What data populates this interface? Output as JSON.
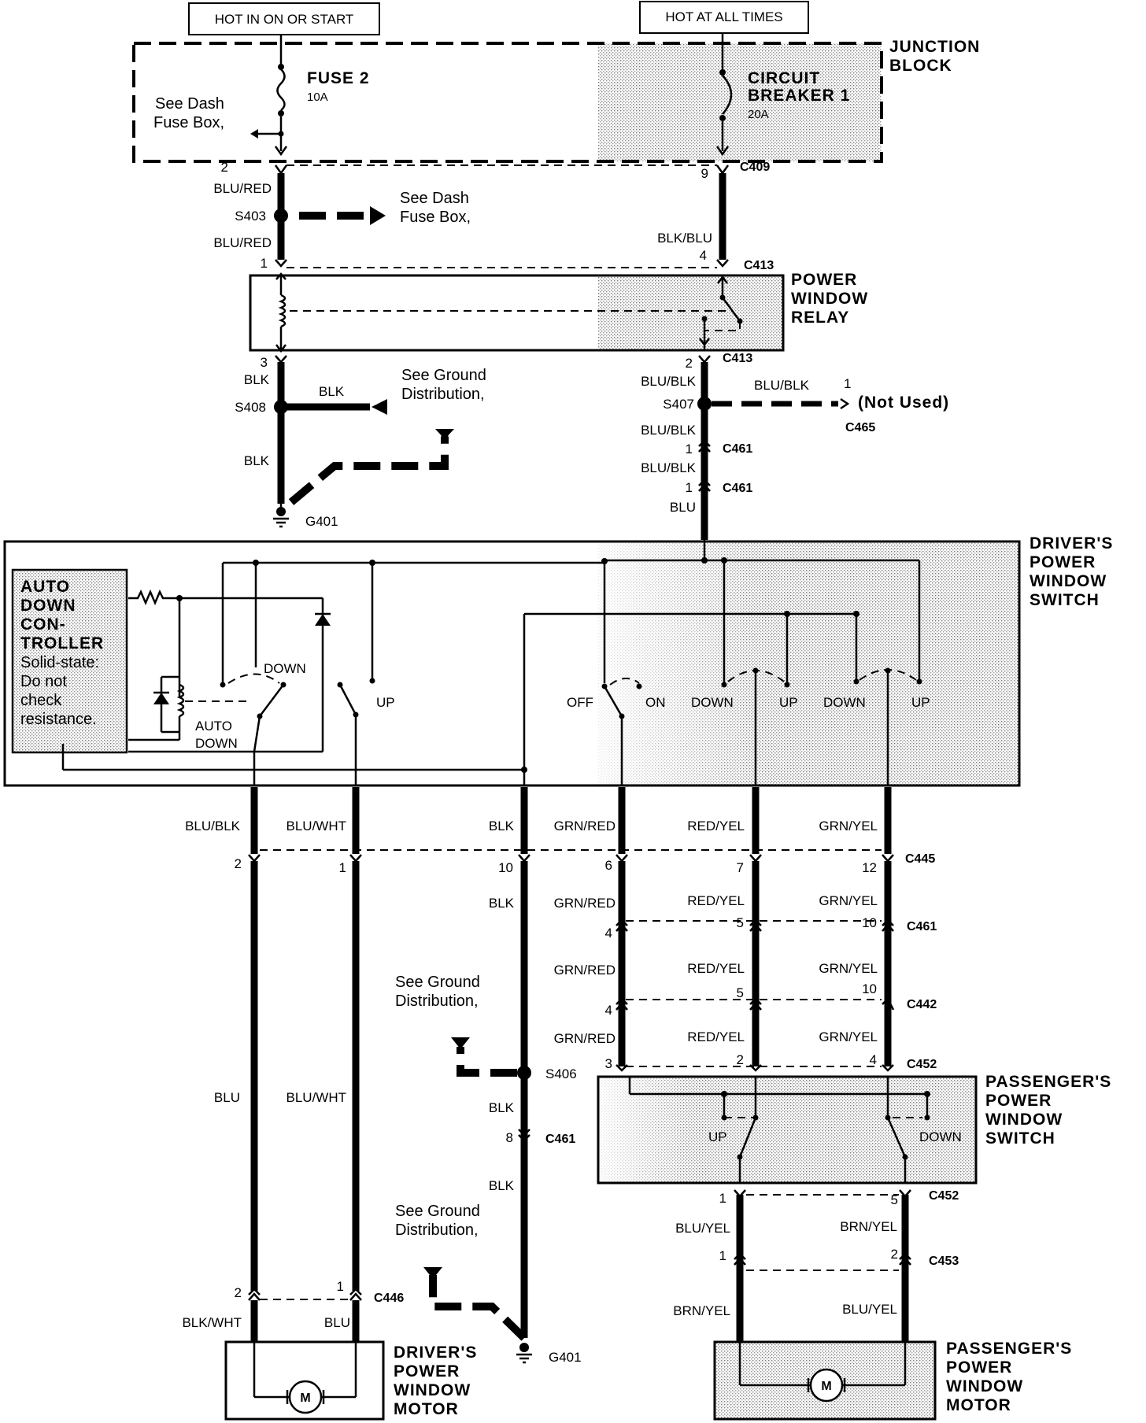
{
  "headers": {
    "left": "HOT IN ON OR START",
    "right": "HOT AT ALL TIMES"
  },
  "junction_block": {
    "title_line1": "JUNCTION",
    "title_line2": "BLOCK",
    "fuse_label": "FUSE 2",
    "fuse_rating": "10A",
    "breaker_line1": "CIRCUIT",
    "breaker_line2": "BREAKER 1",
    "breaker_rating": "20A",
    "see_dash_line1": "See Dash",
    "see_dash_line2": "Fuse Box,"
  },
  "feed": {
    "pin_2": "2",
    "blu_red_1": "BLU/RED",
    "s403": "S403",
    "see_dash_line1": "See Dash",
    "see_dash_line2": "Fuse Box,",
    "blu_red_2": "BLU/RED",
    "pin_1": "1",
    "pin_9": "9",
    "c409": "C409",
    "blk_blu": "BLK/BLU",
    "pin_4": "4",
    "c413_top": "C413"
  },
  "relay": {
    "title_line1": "POWER",
    "title_line2": "WINDOW",
    "title_line3": "RELAY"
  },
  "relay_out": {
    "pin_3": "3",
    "blk_1": "BLK",
    "s408": "S408",
    "blk_branch": "BLK",
    "see_ground_line1": "See Ground",
    "see_ground_line2": "Distribution,",
    "blk_2": "BLK",
    "g401": "G401",
    "pin_2": "2",
    "c413": "C413",
    "blu_blk_1": "BLU/BLK",
    "s407": "S407",
    "blu_blk_branch": "BLU/BLK",
    "pin_1_branch": "1",
    "not_used": "(Not Used)",
    "c465": "C465",
    "blu_blk_2": "BLU/BLK",
    "pin_1a": "1",
    "c461a": "C461",
    "blu_blk_3": "BLU/BLK",
    "pin_1b": "1",
    "c461b": "C461",
    "blu": "BLU"
  },
  "drivers_switch": {
    "title_line1": "DRIVER'S",
    "title_line2": "POWER",
    "title_line3": "WINDOW",
    "title_line4": "SWITCH",
    "controller_line1": "AUTO",
    "controller_line2": "DOWN",
    "controller_line3": "CON-",
    "controller_line4": "TROLLER",
    "controller_line5": "Solid-state:",
    "controller_line6": "Do not",
    "controller_line7": "check",
    "controller_line8": "resistance.",
    "down": "DOWN",
    "auto_line1": "AUTO",
    "auto_line2": "DOWN",
    "up": "UP",
    "off": "OFF",
    "on": "ON",
    "down_2": "DOWN",
    "up_2": "UP",
    "down_3": "DOWN",
    "up_3": "UP"
  },
  "wires_below": {
    "blu_blk": "BLU/BLK",
    "blu_wht": "BLU/WHT",
    "blk": "BLK",
    "grn_red": "GRN/RED",
    "red_yel": "RED/YEL",
    "grn_yel": "GRN/YEL",
    "c445": "C445",
    "p445_2": "2",
    "p445_1": "1",
    "p445_10": "10",
    "p445_6": "6",
    "p445_7": "7",
    "p445_12": "12",
    "blk_b": "BLK",
    "grn_red_b": "GRN/RED",
    "red_yel_b": "RED/YEL",
    "grn_yel_b": "GRN/YEL",
    "c461": "C461",
    "p461_4": "4",
    "p461_5": "5",
    "p461_10": "10",
    "see_ground_line1": "See Ground",
    "see_ground_line2": "Distribution,",
    "grn_red_c": "GRN/RED",
    "red_yel_c": "RED/YEL",
    "grn_yel_c": "GRN/YEL",
    "c442": "C442",
    "p442_4": "4",
    "p442_5": "5",
    "p442_10": "10",
    "grn_red_d": "GRN/RED",
    "red_yel_d": "RED/YEL",
    "grn_yel_d": "GRN/YEL",
    "c452": "C452",
    "p452_3": "3",
    "p452_2": "2",
    "p452_4": "4",
    "s406": "S406",
    "blk_c": "BLK",
    "p461b_8": "8",
    "c461b": "C461",
    "blk_d": "BLK",
    "see_ground2_line1": "See Ground",
    "see_ground2_line2": "Distribution,",
    "g401": "G401",
    "blu": "BLU",
    "blu_wht_b": "BLU/WHT",
    "c446": "C446",
    "p446_2": "2",
    "p446_1": "1",
    "blk_wht": "BLK/WHT",
    "blu_b": "BLU"
  },
  "drivers_motor": {
    "title_line1": "DRIVER'S",
    "title_line2": "POWER",
    "title_line3": "WINDOW",
    "title_line4": "MOTOR",
    "m": "M"
  },
  "passengers_switch": {
    "title_line1": "PASSENGER'S",
    "title_line2": "POWER",
    "title_line3": "WINDOW",
    "title_line4": "SWITCH",
    "up": "UP",
    "down": "DOWN"
  },
  "passengers_wiring": {
    "p452_1": "1",
    "p452_5": "5",
    "c452": "C452",
    "blu_yel": "BLU/YEL",
    "brn_yel": "BRN/YEL",
    "p453_1": "1",
    "p453_2": "2",
    "c453": "C453",
    "brn_yel_b": "BRN/YEL",
    "blu_yel_b": "BLU/YEL"
  },
  "passengers_motor": {
    "title_line1": "PASSENGER'S",
    "title_line2": "POWER",
    "title_line3": "WINDOW",
    "title_line4": "MOTOR",
    "m": "M"
  }
}
